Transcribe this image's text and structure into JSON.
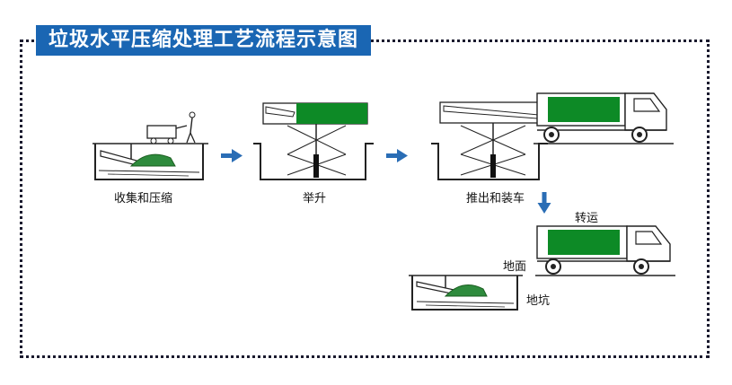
{
  "title": "垃圾水平压缩处理工艺流程示意图",
  "steps": {
    "collect": "收集和压缩",
    "lift": "举升",
    "push": "推出和装车",
    "transport": "转运"
  },
  "labels": {
    "ground": "地面",
    "pit": "地坑"
  },
  "colors": {
    "title_bg": "#1a66b3",
    "container": "#0d8a26",
    "arrow": "#2a6db5",
    "garbage": "#2e8b3d"
  }
}
